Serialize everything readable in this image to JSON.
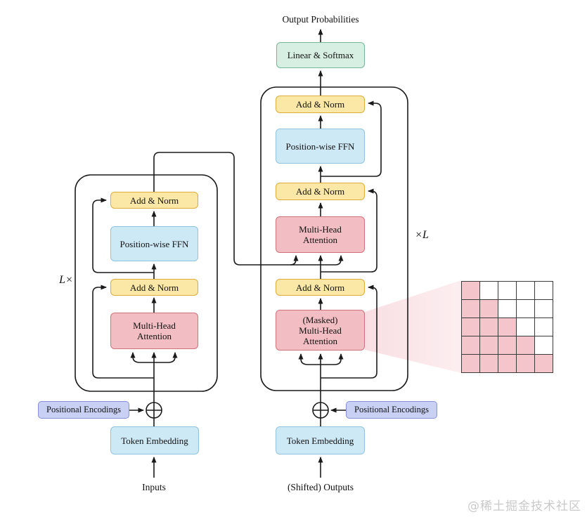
{
  "labels": {
    "output_probabilities": "Output Probabilities",
    "linear_softmax": "Linear & Softmax",
    "add_norm": "Add & Norm",
    "position_wise_ffn": "Position-wise FFN",
    "multi_head_attention": "Multi-Head Attention",
    "masked_multi_head_attention": "(Masked) Multi-Head Attention",
    "positional_encodings": "Positional Encodings",
    "token_embedding": "Token Embedding",
    "inputs": "Inputs",
    "shifted_outputs": "(Shifted) Outputs",
    "encoder_repeat": "L×",
    "decoder_repeat": "×L"
  },
  "colors": {
    "add_norm_fill": "#FBE8A6",
    "add_norm_border": "#DCAD3C",
    "ffn_fill": "#CEE9F6",
    "ffn_border": "#8FC3DE",
    "attention_fill": "#F2BEC3",
    "attention_border": "#CF727B",
    "linear_fill": "#D7EEE3",
    "linear_border": "#74B896",
    "pos_enc_fill": "#C8D1F4",
    "pos_enc_border": "#8490DC",
    "mask_filled": "#F4C6CB",
    "line": "#1a1a1a"
  },
  "mask_grid": {
    "rows": 5,
    "cols": 5,
    "pattern": [
      [
        1,
        0,
        0,
        0,
        0
      ],
      [
        1,
        1,
        0,
        0,
        0
      ],
      [
        1,
        1,
        1,
        0,
        0
      ],
      [
        1,
        1,
        1,
        1,
        0
      ],
      [
        1,
        1,
        1,
        1,
        1
      ]
    ]
  },
  "watermark": "@稀土掘金技术社区"
}
